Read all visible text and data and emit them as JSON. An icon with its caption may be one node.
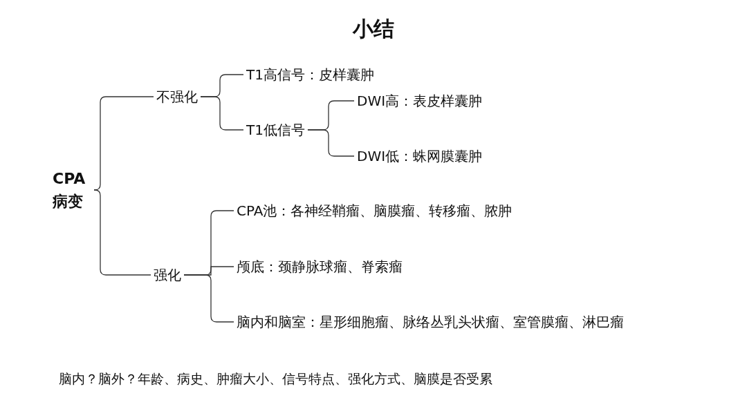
{
  "diagram": {
    "title": "小结",
    "nodes": [
      {
        "text": [
          "CPA 病变"
        ]
      },
      {
        "text": [
          "不强化"
        ]
      },
      {
        "text": [
          "T1高信号：皮样囊肿"
        ]
      },
      {
        "text": [
          "T1低信号"
        ]
      },
      {
        "text": [
          "DWI高：表皮样囊肿"
        ]
      },
      {
        "text": [
          "DWI低：蛛网膜囊肿"
        ]
      },
      {
        "text": [
          "强化"
        ]
      },
      {
        "text": [
          "CPA池：各神经鞘瘤、脑膜瘤、转移瘤、脓肿"
        ]
      },
      {
        "text": [
          "颅底：颈静脉球瘤、脊索瘤"
        ]
      },
      {
        "text": [
          "脑内和脑室：星形细胞瘤、脉络丛乳头状瘤、室管膜瘤、淋巴瘤"
        ]
      }
    ],
    "edges": [
      {
        "from": 0,
        "to": 1,
        "arrow": "none"
      },
      {
        "from": 0,
        "to": 6,
        "arrow": "none"
      },
      {
        "from": 1,
        "to": 2,
        "arrow": "none"
      },
      {
        "from": 1,
        "to": 3,
        "arrow": "none"
      },
      {
        "from": 3,
        "to": 4,
        "arrow": "none"
      },
      {
        "from": 3,
        "to": 5,
        "arrow": "none"
      },
      {
        "from": 6,
        "to": 7,
        "arrow": "none"
      },
      {
        "from": 6,
        "to": 8,
        "arrow": "none"
      },
      {
        "from": 6,
        "to": 9,
        "arrow": "none"
      }
    ],
    "labels": [
      "脑内？脑外？年龄、病史、肿瘤大小、信号特点、强化方式、脑膜是否受累"
    ]
  }
}
